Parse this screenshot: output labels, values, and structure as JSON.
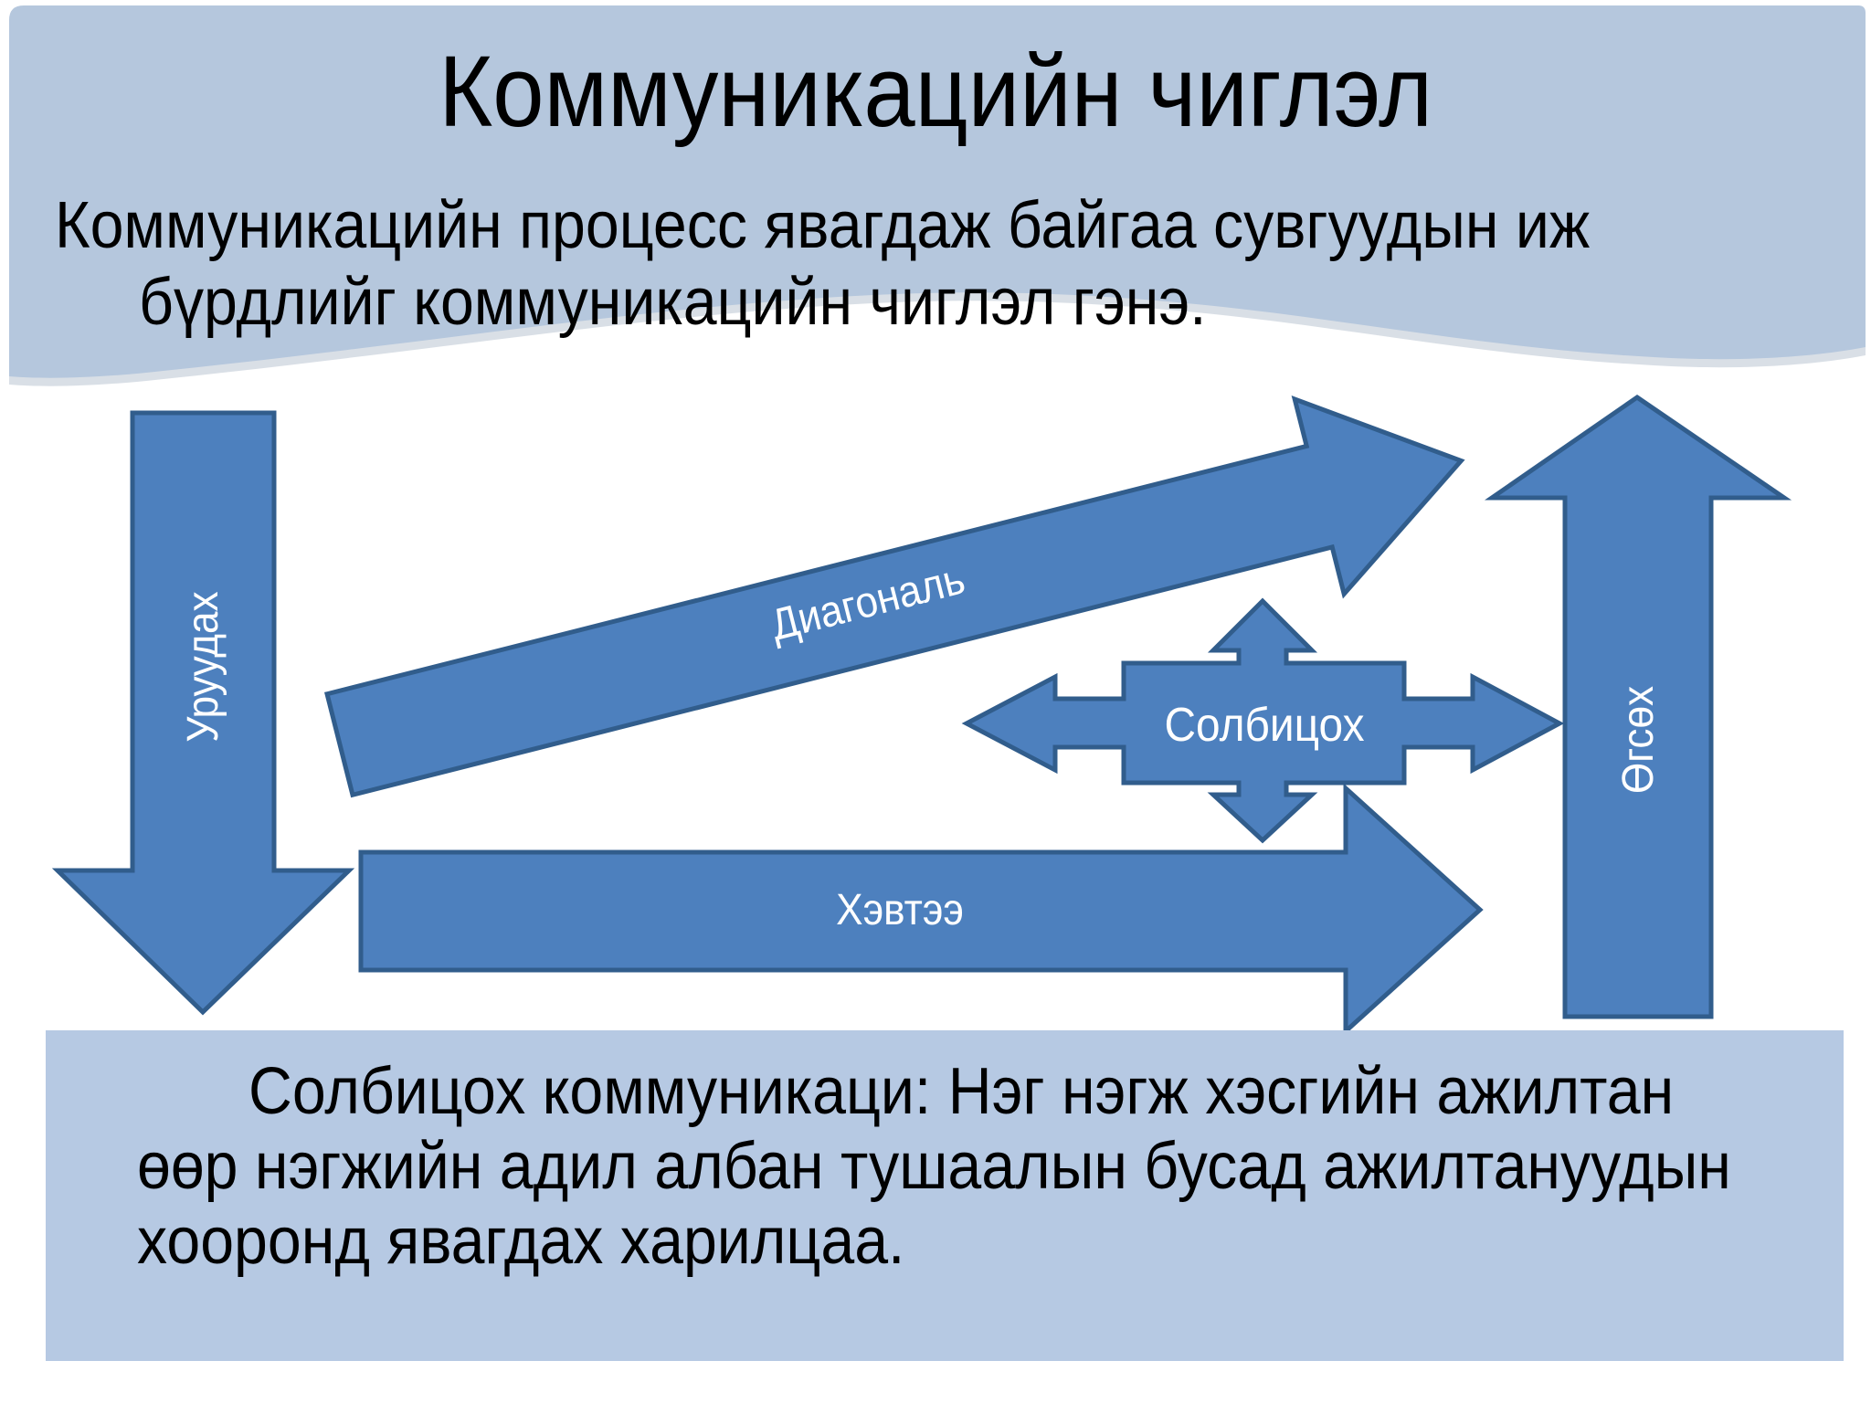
{
  "slide": {
    "title": "Коммуникацийн чиглэл",
    "subtitle_lines": [
      "Коммуникацийн процесс явагдаж байгаа сувгуудын иж",
      "бүрдлийг коммуникацийн чиглэл гэнэ."
    ],
    "diagram": {
      "arrows": [
        {
          "id": "down-arrow",
          "label": "Уруудах",
          "direction": "down"
        },
        {
          "id": "diagonal-arrow",
          "label": "Диагональ",
          "direction": "diagonal-up-right"
        },
        {
          "id": "cross-arrow",
          "label": "Солбицох",
          "direction": "four-way"
        },
        {
          "id": "horizontal-arrow",
          "label": "Хэвтээ",
          "direction": "right"
        },
        {
          "id": "up-arrow",
          "label": "Өгсөх",
          "direction": "up"
        }
      ]
    },
    "definition_lines": [
      "Солбицох коммуникаци: Нэг нэгж хэсгийн ажилтан",
      "өөр нэгжийн адил албан тушаалын бусад ажилтануудын",
      "хооронд явагдах харилцаа."
    ],
    "colors": {
      "arrow_fill": "#4d80be",
      "arrow_border": "#315d8c",
      "header_band": "#b5c7dd",
      "band_shadow": "#ccd4de",
      "definition_box": "#b6c9e3",
      "text": "#000000",
      "arrow_label_text": "#ffffff",
      "background": "#ffffff"
    }
  }
}
